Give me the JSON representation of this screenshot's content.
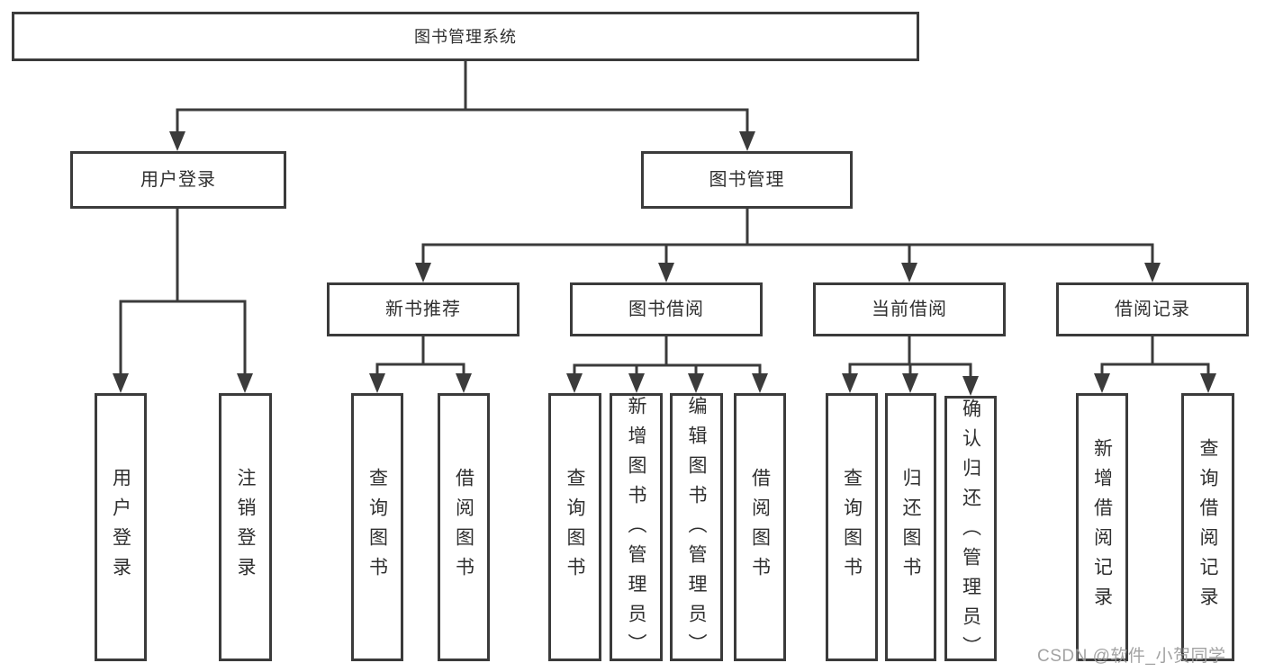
{
  "colors": {
    "line": "#3b3b3b",
    "text": "#2f2f2f",
    "watermark": "#9b9b9b",
    "background": "#ffffff"
  },
  "watermark": "CSDN @软件_小贺同学",
  "nodes": {
    "root": {
      "label": "图书管理系统"
    },
    "user_login": {
      "label": "用户登录"
    },
    "book_mgmt": {
      "label": "图书管理"
    },
    "new_book_rec": {
      "label": "新书推荐"
    },
    "book_borrow": {
      "label": "图书借阅"
    },
    "current_borrow": {
      "label": "当前借阅"
    },
    "borrow_records": {
      "label": "借阅记录"
    },
    "leaf_user_login": {
      "label": "用户登录"
    },
    "leaf_logout": {
      "label": "注销登录"
    },
    "rec_query_books": {
      "label": "查询图书"
    },
    "rec_borrow_books": {
      "label": "借阅图书"
    },
    "bb_query_books": {
      "label": "查询图书"
    },
    "bb_add_books": {
      "label": "新增图书（管理员）"
    },
    "bb_edit_books": {
      "label": "编辑图书（管理员）"
    },
    "bb_borrow_books": {
      "label": "借阅图书"
    },
    "cb_query_books": {
      "label": "查询图书"
    },
    "cb_return_books": {
      "label": "归还图书"
    },
    "cb_confirm_return": {
      "label": "确认归还（管理员）"
    },
    "br_add_record": {
      "label": "新增借阅记录"
    },
    "br_query_record": {
      "label": "查询借阅记录"
    }
  },
  "edges": [
    [
      "root",
      "user_login"
    ],
    [
      "root",
      "book_mgmt"
    ],
    [
      "user_login",
      "leaf_user_login"
    ],
    [
      "user_login",
      "leaf_logout"
    ],
    [
      "book_mgmt",
      "new_book_rec"
    ],
    [
      "book_mgmt",
      "book_borrow"
    ],
    [
      "book_mgmt",
      "current_borrow"
    ],
    [
      "book_mgmt",
      "borrow_records"
    ],
    [
      "new_book_rec",
      "rec_query_books"
    ],
    [
      "new_book_rec",
      "rec_borrow_books"
    ],
    [
      "book_borrow",
      "bb_query_books"
    ],
    [
      "book_borrow",
      "bb_add_books"
    ],
    [
      "book_borrow",
      "bb_edit_books"
    ],
    [
      "book_borrow",
      "bb_borrow_books"
    ],
    [
      "current_borrow",
      "cb_query_books"
    ],
    [
      "current_borrow",
      "cb_return_books"
    ],
    [
      "current_borrow",
      "cb_confirm_return"
    ],
    [
      "borrow_records",
      "br_add_record"
    ],
    [
      "borrow_records",
      "br_query_record"
    ]
  ]
}
